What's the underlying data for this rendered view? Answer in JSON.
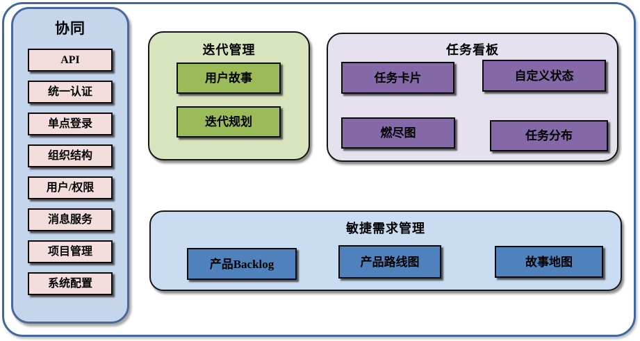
{
  "sidebar": {
    "title": "协同",
    "items": [
      "API",
      "统一认证",
      "单点登录",
      "组织结构",
      "用户/权限",
      "消息服务",
      "项目管理",
      "系统配置"
    ]
  },
  "panels": {
    "iteration": {
      "title": "迭代管理",
      "items": [
        "用户故事",
        "迭代规划"
      ]
    },
    "kanban": {
      "title": "任务看板",
      "items": [
        "任务卡片",
        "自定义状态",
        "燃尽图",
        "任务分布"
      ]
    },
    "agile": {
      "title": "敏捷需求管理",
      "items": [
        "产品Backlog",
        "产品路线图",
        "故事地图"
      ]
    }
  },
  "colors": {
    "frame_border": "#40689c",
    "sidebar_bg": "#c4d5ec",
    "sidebar_border": "#48699a",
    "sidebar_item_bg": "#f3dedd",
    "green_bg": "#d8e4bd",
    "green_item": "#9bbb59",
    "purple_bg": "#e6e1ee",
    "purple_item": "#8568a8",
    "blue_bg": "#cadcf1",
    "blue_item": "#4f81bd",
    "box_border": "#0b0b0b",
    "text": "#000000"
  }
}
